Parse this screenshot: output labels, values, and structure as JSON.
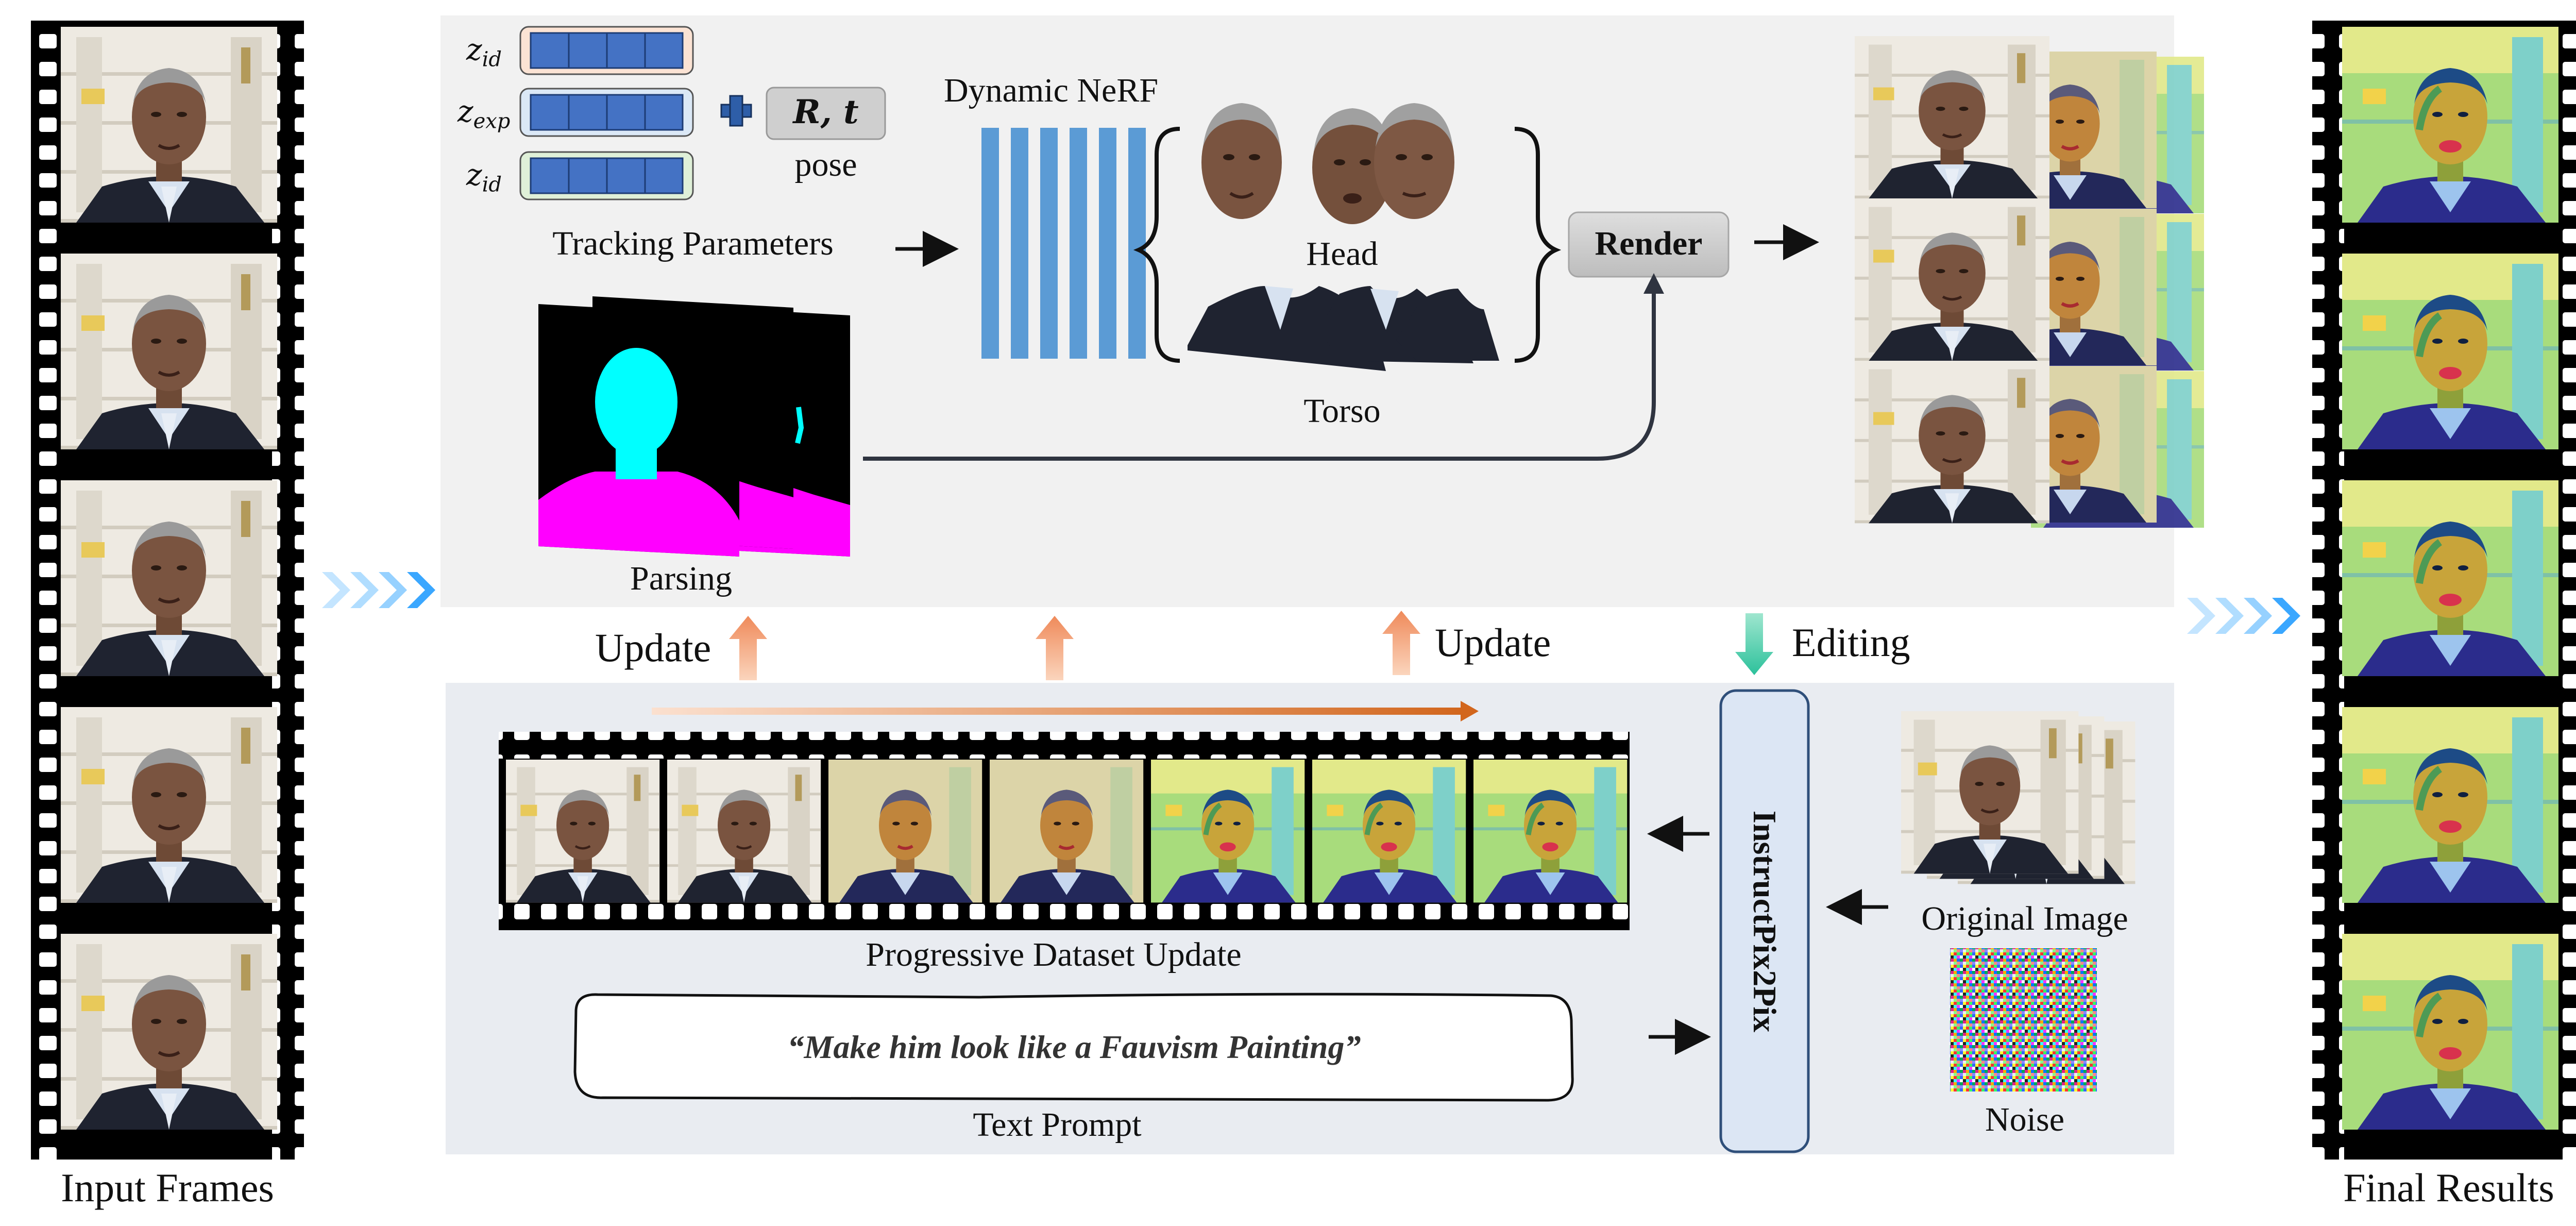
{
  "captions": {
    "input_frames": "Input Frames",
    "final_results": "Final Results"
  },
  "top_pipeline": {
    "tracking": {
      "z_id_sym": "z",
      "z_id_sub": "id",
      "z_exp_sym": "z",
      "z_exp_sub": "exp",
      "z_id2_sym": "z",
      "z_id2_sub": "id",
      "plus": "+",
      "pose_vec": "R, t",
      "pose_label": "pose",
      "caption": "Tracking Parameters"
    },
    "dynamic_nerf": "Dynamic NeRF",
    "head": "Head",
    "torso": "Torso",
    "render": "Render",
    "parsing": "Parsing"
  },
  "transitions": {
    "update_left": "Update",
    "update_right": "Update",
    "editing": "Editing"
  },
  "bottom_pipeline": {
    "progressive": "Progressive Dataset Update",
    "prompt": "“Make him look like a Fauvism Painting”",
    "text_prompt": "Text Prompt",
    "instructpix2pix": "InstructPix2Pix",
    "original_image": "Original Image",
    "noise": "Noise"
  },
  "colors": {
    "panel_top": "#f1f1f1",
    "panel_bottom": "#e9ecf1",
    "nerf_bar": "#5b9bd5",
    "vector_cell": "#4472c4",
    "z_id_bg": "#fbe3d4",
    "z_exp_bg": "#dbe8f6",
    "z_id2_bg": "#dff0d8",
    "parsing_head": "#00ffff",
    "parsing_torso": "#ff00ff",
    "update_arrow": "#f4a582",
    "editing_arrow": "#3cc9a0",
    "chevron": "#60b8ff",
    "ip2p_bg": "#dce6f4",
    "ip2p_border": "#2f4f7a",
    "fauvism_green": "#9fd66c",
    "fauvism_face": "#c8a43a",
    "fauvism_suit": "#2b2c8c"
  }
}
